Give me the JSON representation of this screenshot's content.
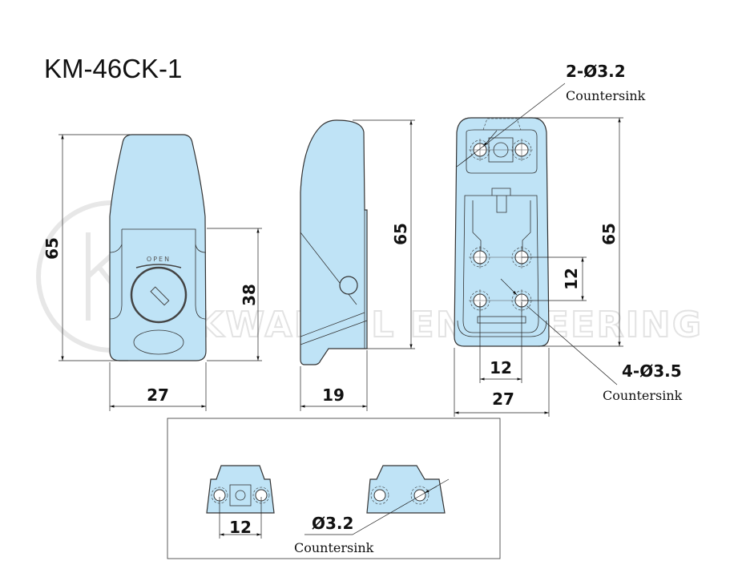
{
  "title": "KM-46CK-1",
  "watermark": "KWANGIL ENGINEERING",
  "part_label": "OPEN",
  "front_view": {
    "height": "65",
    "width": "27",
    "cover_height": "38"
  },
  "side_view": {
    "height": "65",
    "depth": "19"
  },
  "back_view": {
    "height": "65",
    "hole_pitch_v": "12",
    "hole_pitch_h": "12",
    "width": "27",
    "top_holes": {
      "spec": "2-Ø3.2",
      "note": "Countersink"
    },
    "bottom_holes": {
      "spec": "4-Ø3.5",
      "note": "Countersink"
    }
  },
  "detail": {
    "pitch": "12",
    "hole_spec": "Ø3.2",
    "note": "Countersink"
  },
  "colors": {
    "part_fill": "#bfe3f6",
    "line": "#333333"
  }
}
